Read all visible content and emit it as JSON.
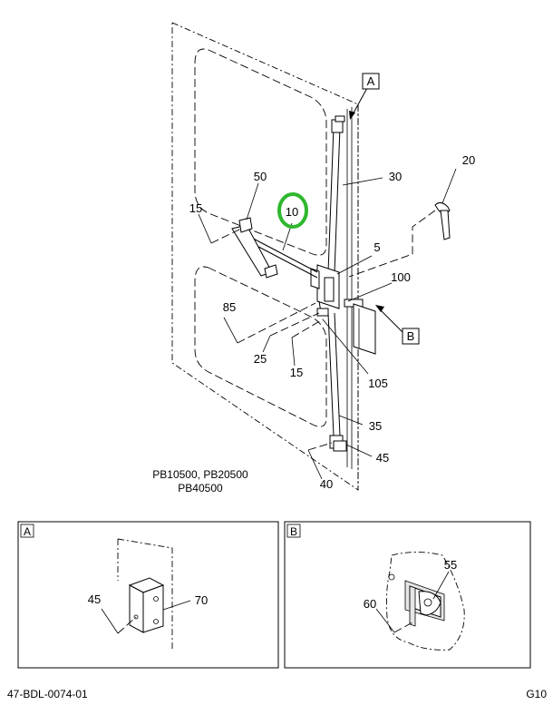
{
  "main_view": {
    "callouts": {
      "c5": "5",
      "c10": "10",
      "c15a": "15",
      "c15b": "15",
      "c20": "20",
      "c25": "25",
      "c30": "30",
      "c35": "35",
      "c40": "40",
      "c45": "45",
      "c50": "50",
      "c85": "85",
      "c100": "100",
      "c105": "105"
    },
    "view_refs": {
      "a": "A",
      "b": "B"
    },
    "models_line1": "PB10500, PB20500",
    "models_line2": "PB40500",
    "highlight_color": "#2eb82e"
  },
  "detail_a": {
    "title": "A",
    "callouts": {
      "c45": "45",
      "c70": "70"
    }
  },
  "detail_b": {
    "title": "B",
    "callouts": {
      "c55": "55",
      "c60": "60"
    }
  },
  "footer": {
    "drawing_id": "47-BDL-0074-01",
    "sheet": "G10"
  }
}
